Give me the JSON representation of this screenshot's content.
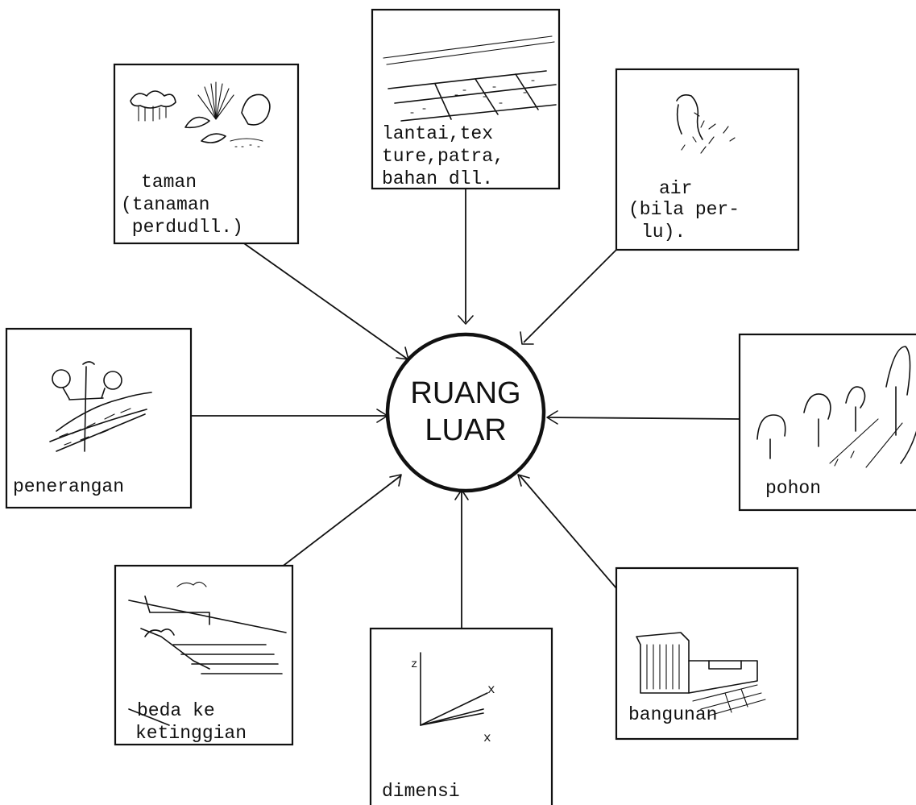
{
  "center": {
    "line1": "RUANG",
    "line2": "LUAR"
  },
  "nodes": {
    "taman": {
      "lines": [
        "taman",
        "(tanaman",
        " perdudll.)"
      ]
    },
    "lantai": {
      "lines": [
        "lantai,tex",
        "ture,patra,",
        "bahan dll."
      ]
    },
    "air": {
      "lines": [
        "air",
        "(bila per-",
        "lu)."
      ]
    },
    "penerangan": {
      "lines": [
        "penerangan"
      ]
    },
    "pohon": {
      "lines": [
        "pohon"
      ]
    },
    "beda": {
      "lines": [
        "beda ke",
        "ketinggian"
      ]
    },
    "dimensi": {
      "lines": [
        "dimensi"
      ],
      "axis_labels": [
        "z",
        "x",
        "x"
      ]
    },
    "bangunan": {
      "lines": [
        "bangunan"
      ]
    }
  }
}
